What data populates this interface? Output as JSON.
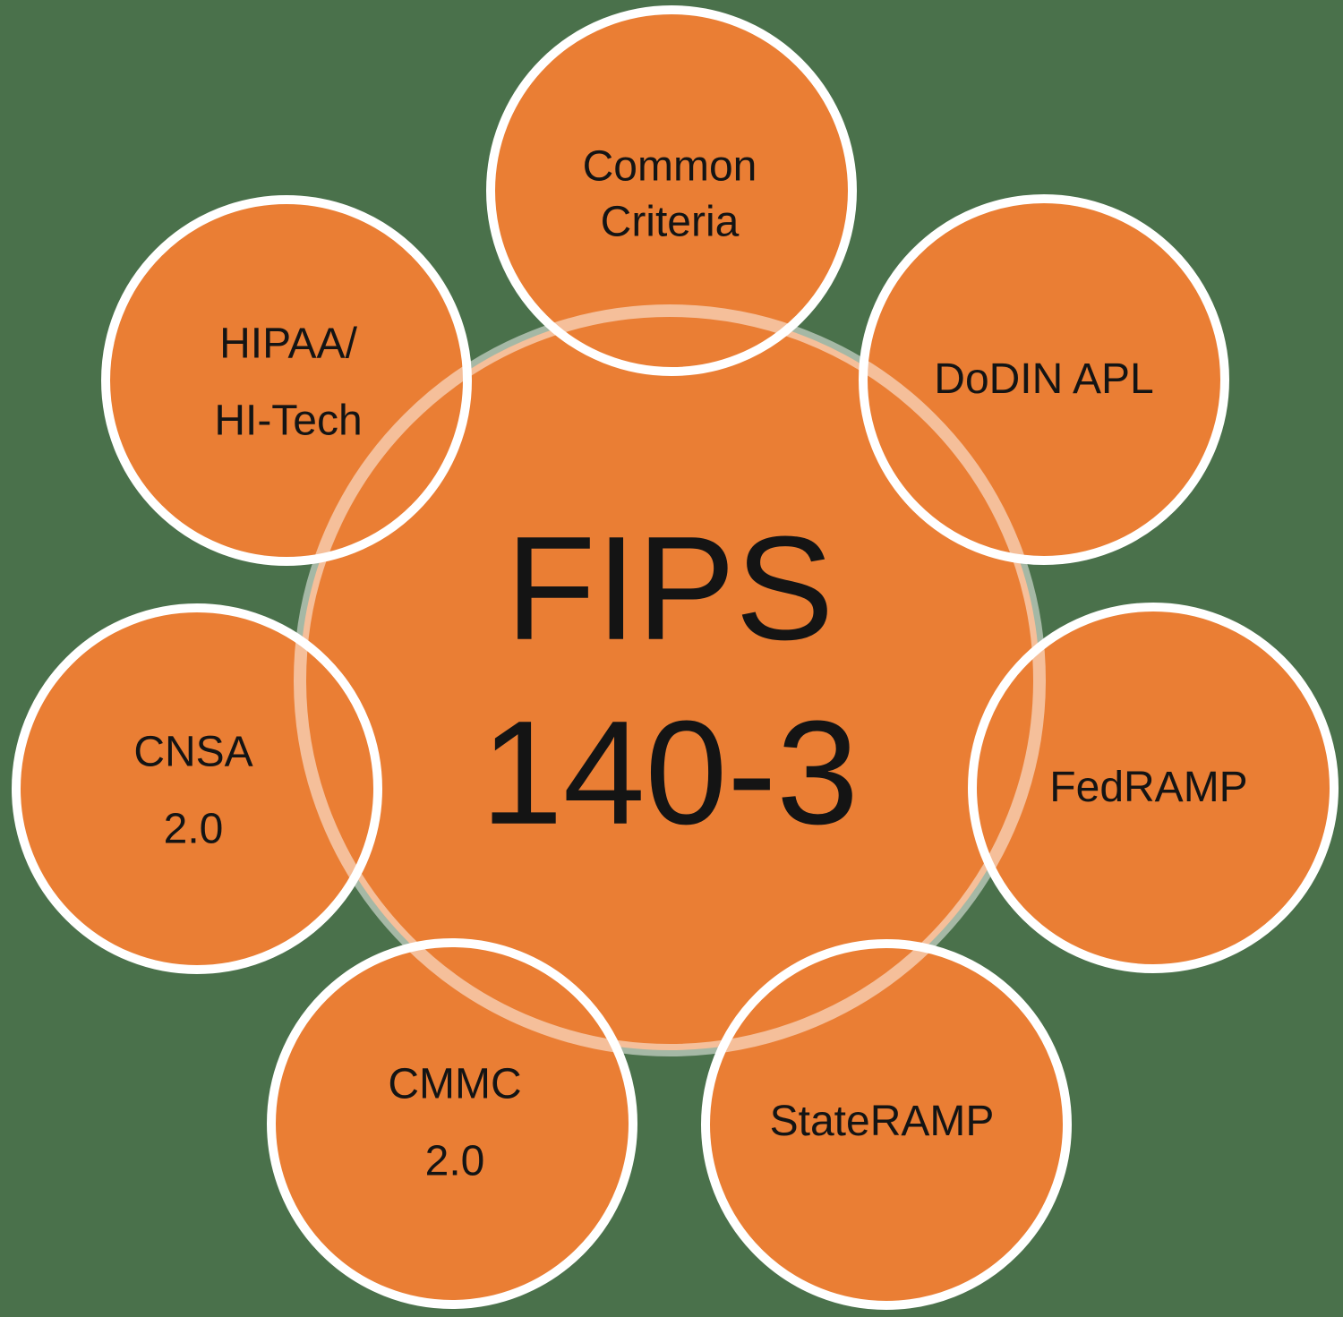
{
  "diagram": {
    "type": "hub-and-spoke circles",
    "center": {
      "label": "FIPS\n140-3"
    },
    "satellites": [
      {
        "id": "common-criteria",
        "label": "Common\nCriteria"
      },
      {
        "id": "dodin-apl",
        "label": "DoDIN APL"
      },
      {
        "id": "fedramp",
        "label": "FedRAMP"
      },
      {
        "id": "stateramp",
        "label": "StateRAMP"
      },
      {
        "id": "cmmc",
        "label": "CMMC\n2.0"
      },
      {
        "id": "cnsa",
        "label": "CNSA\n2.0"
      },
      {
        "id": "hipaa",
        "label": "HIPAA/\nHI-Tech"
      }
    ],
    "colors": {
      "background_green": "#4A714B",
      "circle_orange": "#EA7E34",
      "satellite_border_white": "#FFFFFF",
      "center_ring_translucent_white": "rgba(255,255,255,0.5)",
      "text_black": "#141414"
    }
  }
}
